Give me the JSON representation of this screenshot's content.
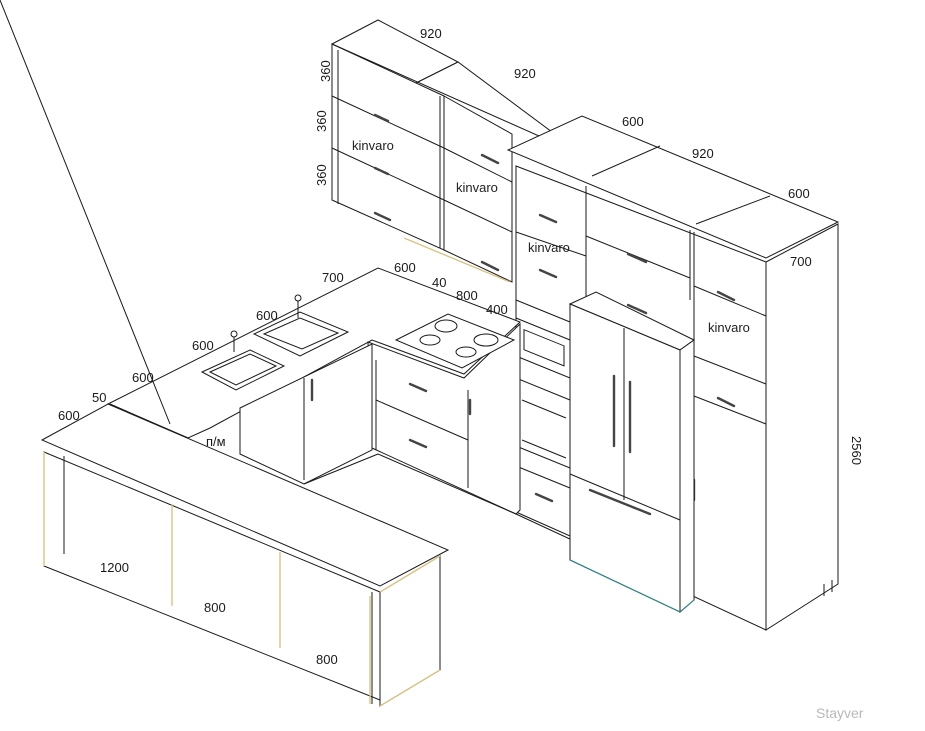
{
  "dimensions": {
    "upper_w1": "920",
    "upper_w2": "920",
    "tall_w1": "600",
    "tall_w2": "920",
    "tall_w3": "600",
    "upper_h1": "360",
    "upper_h2": "360",
    "upper_h3": "360",
    "tall_depth": "700",
    "total_height": "2560",
    "counter_700": "700",
    "counter_600a": "600",
    "gap_40": "40",
    "hob_800": "800",
    "gap_400": "400",
    "sink_600a": "600",
    "sink_600b": "600",
    "side_600": "600",
    "bar_50": "50",
    "bar_600": "600",
    "island_1200": "1200",
    "island_800a": "800",
    "island_800b": "800",
    "dishwasher": "п/м"
  },
  "brand_labels": {
    "upper_left": "kinvaro",
    "upper_mid": "kinvaro",
    "tall_left": "kinvaro",
    "tall_right": "kinvaro"
  },
  "watermark": "Stayver"
}
